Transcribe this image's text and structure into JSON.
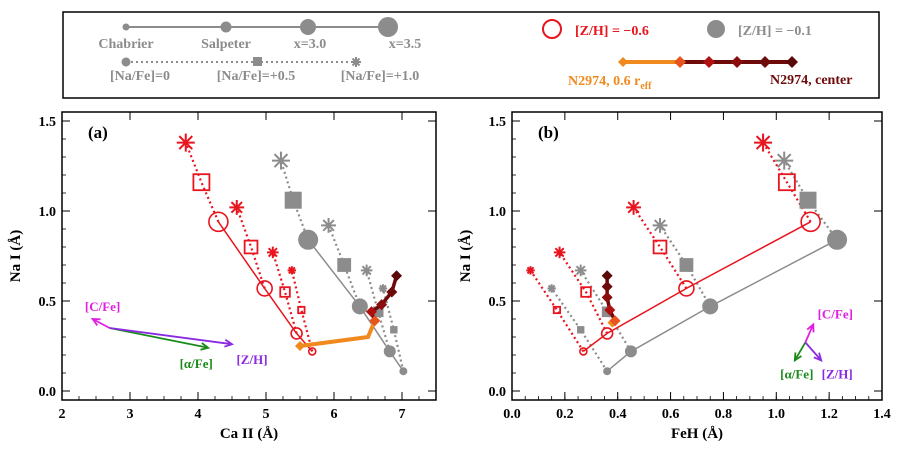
{
  "legend": {
    "imf_labels": [
      "Chabrier",
      "Salpeter",
      "x=3.0",
      "x=3.5"
    ],
    "nafe_labels": [
      "[Na/Fe]=0",
      "[Na/Fe]=+0.5",
      "[Na/Fe]=+1.0"
    ],
    "zh_red": "[Z/H] = −0.6",
    "zh_gray": "[Z/H] = −0.1",
    "n2974_outer_main": "N2974, 0.6 r",
    "n2974_outer_sub": "eff",
    "n2974_center": "N2974, center"
  },
  "colors": {
    "red": "#e8141e",
    "gray": "#8c8c8c",
    "orange": "#f08a1e",
    "darkred": "#6e0a0a",
    "green": "#1a8a1a",
    "magenta": "#e020e0",
    "purple": "#8a2be2"
  },
  "chart_data": [
    {
      "type": "scatter",
      "panel_label": "(a)",
      "xlabel": "Ca II  (Å)",
      "ylabel": "Na I  (Å)",
      "xlim": [
        2,
        7.5
      ],
      "ylim": [
        -0.05,
        1.55
      ],
      "xticks": [
        "2",
        "3",
        "4",
        "5",
        "6",
        "7"
      ],
      "xtick_values": [
        2,
        3,
        4,
        5,
        6,
        7
      ],
      "yticks": [
        "0.0",
        "0.5",
        "1.0",
        "1.5"
      ],
      "ytick_values": [
        0.0,
        0.5,
        1.0,
        1.5
      ],
      "imf_lines": [
        {
          "metallicity": "[Z/H] = −0.6",
          "points": [
            [
              5.68,
              0.22
            ],
            [
              5.45,
              0.32
            ],
            [
              4.98,
              0.57
            ],
            [
              4.3,
              0.94
            ]
          ]
        },
        {
          "metallicity": "[Z/H] = −0.1",
          "points": [
            [
              7.02,
              0.11
            ],
            [
              6.82,
              0.22
            ],
            [
              6.38,
              0.47
            ],
            [
              5.62,
              0.84
            ]
          ]
        }
      ],
      "nafe_lines": [
        {
          "metallicity": "[Z/H] = −0.6",
          "imf": "Chabrier",
          "points": [
            [
              5.68,
              0.22
            ],
            [
              5.52,
              0.45
            ],
            [
              5.38,
              0.67
            ]
          ]
        },
        {
          "metallicity": "[Z/H] = −0.6",
          "imf": "Salpeter",
          "points": [
            [
              5.45,
              0.32
            ],
            [
              5.28,
              0.55
            ],
            [
              5.1,
              0.77
            ]
          ]
        },
        {
          "metallicity": "[Z/H] = −0.6",
          "imf": "x=3.0",
          "points": [
            [
              4.98,
              0.57
            ],
            [
              4.78,
              0.8
            ],
            [
              4.57,
              1.02
            ]
          ]
        },
        {
          "metallicity": "[Z/H] = −0.6",
          "imf": "x=3.5",
          "points": [
            [
              4.3,
              0.94
            ],
            [
              4.05,
              1.16
            ],
            [
              3.82,
              1.38
            ]
          ]
        },
        {
          "metallicity": "[Z/H] = −0.1",
          "imf": "Chabrier",
          "points": [
            [
              7.02,
              0.11
            ],
            [
              6.88,
              0.34
            ],
            [
              6.72,
              0.57
            ]
          ]
        },
        {
          "metallicity": "[Z/H] = −0.1",
          "imf": "Salpeter",
          "points": [
            [
              6.82,
              0.22
            ],
            [
              6.65,
              0.44
            ],
            [
              6.48,
              0.67
            ]
          ]
        },
        {
          "metallicity": "[Z/H] = −0.1",
          "imf": "x=3.0",
          "points": [
            [
              6.38,
              0.47
            ],
            [
              6.15,
              0.7
            ],
            [
              5.92,
              0.92
            ]
          ]
        },
        {
          "metallicity": "[Z/H] = −0.1",
          "imf": "x=3.5",
          "points": [
            [
              5.62,
              0.84
            ],
            [
              5.4,
              1.06
            ],
            [
              5.22,
              1.28
            ]
          ]
        }
      ],
      "n2974_outer": [
        [
          5.5,
          0.25
        ],
        [
          6.5,
          0.3
        ],
        [
          6.6,
          0.39
        ]
      ],
      "n2974_center": [
        [
          6.6,
          0.39
        ],
        [
          6.55,
          0.44
        ],
        [
          6.7,
          0.48
        ],
        [
          6.85,
          0.55
        ],
        [
          6.92,
          0.64
        ]
      ],
      "vectors": [
        {
          "label": "[C/Fe]",
          "dx": -0.25,
          "dy": 0.05,
          "color": "magenta"
        },
        {
          "label": "[α/Fe]",
          "dx": 1.45,
          "dy": -0.11,
          "color": "green"
        },
        {
          "label": "[Z/H]",
          "dx": 1.8,
          "dy": -0.09,
          "color": "purple"
        }
      ],
      "vector_origin": [
        2.7,
        0.35
      ]
    },
    {
      "type": "scatter",
      "panel_label": "(b)",
      "xlabel": "FeH  (Å)",
      "ylabel": "Na I  (Å)",
      "xlim": [
        0.0,
        1.4
      ],
      "ylim": [
        -0.05,
        1.55
      ],
      "xticks": [
        "0.0",
        "0.2",
        "0.4",
        "0.6",
        "0.8",
        "1.0",
        "1.2",
        "1.4"
      ],
      "xtick_values": [
        0.0,
        0.2,
        0.4,
        0.6,
        0.8,
        1.0,
        1.2,
        1.4
      ],
      "yticks": [
        "0.0",
        "0.5",
        "1.0",
        "1.5"
      ],
      "ytick_values": [
        0.0,
        0.5,
        1.0,
        1.5
      ],
      "imf_lines": [
        {
          "metallicity": "[Z/H] = −0.6",
          "points": [
            [
              0.27,
              0.22
            ],
            [
              0.36,
              0.32
            ],
            [
              0.66,
              0.57
            ],
            [
              1.13,
              0.94
            ]
          ]
        },
        {
          "metallicity": "[Z/H] = −0.1",
          "points": [
            [
              0.36,
              0.11
            ],
            [
              0.45,
              0.22
            ],
            [
              0.75,
              0.47
            ],
            [
              1.23,
              0.84
            ]
          ]
        }
      ],
      "nafe_lines": [
        {
          "metallicity": "[Z/H] = −0.6",
          "imf": "Chabrier",
          "points": [
            [
              0.27,
              0.22
            ],
            [
              0.17,
              0.45
            ],
            [
              0.07,
              0.67
            ]
          ]
        },
        {
          "metallicity": "[Z/H] = −0.6",
          "imf": "Salpeter",
          "points": [
            [
              0.36,
              0.32
            ],
            [
              0.28,
              0.55
            ],
            [
              0.18,
              0.77
            ]
          ]
        },
        {
          "metallicity": "[Z/H] = −0.6",
          "imf": "x=3.0",
          "points": [
            [
              0.66,
              0.57
            ],
            [
              0.56,
              0.8
            ],
            [
              0.46,
              1.02
            ]
          ]
        },
        {
          "metallicity": "[Z/H] = −0.6",
          "imf": "x=3.5",
          "points": [
            [
              1.13,
              0.94
            ],
            [
              1.04,
              1.16
            ],
            [
              0.95,
              1.38
            ]
          ]
        },
        {
          "metallicity": "[Z/H] = −0.1",
          "imf": "Chabrier",
          "points": [
            [
              0.36,
              0.11
            ],
            [
              0.26,
              0.34
            ],
            [
              0.15,
              0.57
            ]
          ]
        },
        {
          "metallicity": "[Z/H] = −0.1",
          "imf": "Salpeter",
          "points": [
            [
              0.45,
              0.22
            ],
            [
              0.36,
              0.44
            ],
            [
              0.26,
              0.67
            ]
          ]
        },
        {
          "metallicity": "[Z/H] = −0.1",
          "imf": "x=3.0",
          "points": [
            [
              0.75,
              0.47
            ],
            [
              0.66,
              0.7
            ],
            [
              0.56,
              0.92
            ]
          ]
        },
        {
          "metallicity": "[Z/H] = −0.1",
          "imf": "x=3.5",
          "points": [
            [
              1.23,
              0.84
            ],
            [
              1.12,
              1.06
            ],
            [
              1.03,
              1.28
            ]
          ]
        }
      ],
      "n2974_outer": [
        [
          0.38,
          0.38
        ],
        [
          0.39,
          0.39
        ]
      ],
      "n2974_center": [
        [
          0.39,
          0.39
        ],
        [
          0.37,
          0.45
        ],
        [
          0.36,
          0.52
        ],
        [
          0.36,
          0.58
        ],
        [
          0.36,
          0.64
        ]
      ],
      "vectors": [
        {
          "label": "[C/Fe]",
          "dx": 0.03,
          "dy": 0.1,
          "color": "magenta"
        },
        {
          "label": "[α/Fe]",
          "dx": -0.04,
          "dy": -0.1,
          "color": "green"
        },
        {
          "label": "[Z/H]",
          "dx": 0.06,
          "dy": -0.1,
          "color": "purple"
        }
      ],
      "vector_origin": [
        1.11,
        0.27
      ]
    }
  ]
}
